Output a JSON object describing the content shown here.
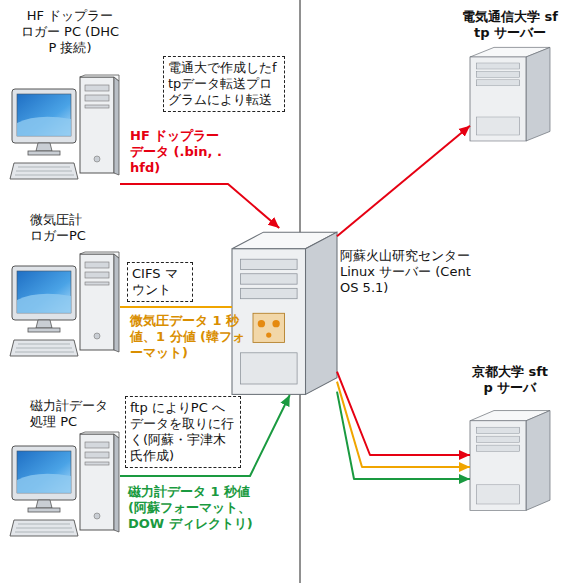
{
  "diagram": {
    "nodes": [
      {
        "text": [
          "HF ドップラー ロガー PC (DHCP 接続)"
        ]
      },
      {
        "text": [
          "電通大で作成したftpデータ転送プログラムにより転送"
        ]
      },
      {
        "text": [
          "微気圧計 ロガーPC"
        ]
      },
      {
        "text": [
          "CIFS マウント"
        ]
      },
      {
        "text": [
          "磁力計データ 処理 PC"
        ]
      },
      {
        "text": [
          "ftp によりPC へデータを取りに行く(阿蘇・宇津木氏作成)"
        ]
      },
      {
        "text": [
          "阿蘇火山研究センター Linux サーバー (CentOS 5.1)"
        ]
      },
      {
        "text": [
          "電気通信大学 sftp サーバー"
        ]
      },
      {
        "text": [
          "京都大学 sftp サーバ"
        ]
      }
    ],
    "edges": [
      {
        "from": 0,
        "to": 6,
        "arrow": "to",
        "label": "HF ドップラーデータ (.bin, .hfd)"
      },
      {
        "from": 2,
        "to": 6,
        "arrow": "none",
        "label": "微気圧データ 1 秒値、1 分値 (韓フォーマット)"
      },
      {
        "from": 4,
        "to": 6,
        "arrow": "to",
        "label": "磁力計データ 1 秒値(阿蘇フォーマット、DOW ディレクトリ)"
      },
      {
        "from": 6,
        "to": 7,
        "arrow": "to"
      },
      {
        "from": 6,
        "to": 8,
        "arrow": "to"
      },
      {
        "from": 6,
        "to": 8,
        "arrow": "to"
      },
      {
        "from": 6,
        "to": 8,
        "arrow": "to"
      }
    ]
  }
}
